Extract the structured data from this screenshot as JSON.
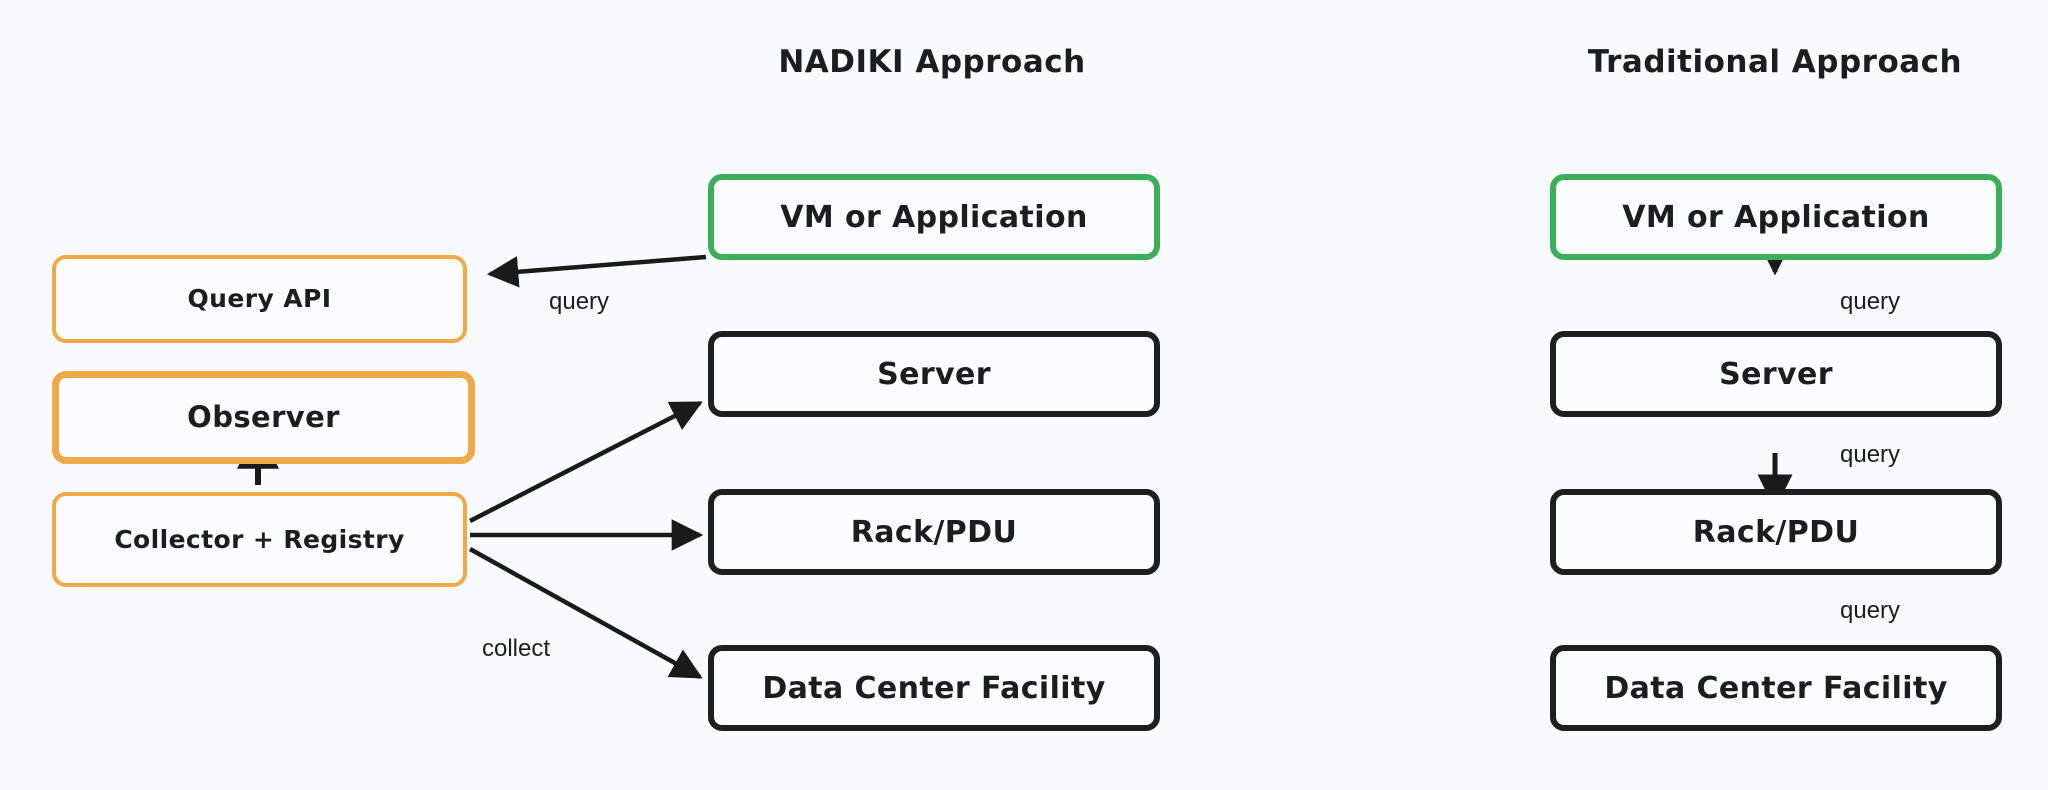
{
  "diagram": {
    "title_left": "NADIKI Approach",
    "title_right": "Traditional Approach",
    "background_color": "#f8fafc",
    "colors": {
      "green": "#3dae5a",
      "orange": "#f0a948",
      "dark": "#1f1f1f",
      "text": "#1d1d1f"
    }
  },
  "nadiki_components": [
    {
      "label": "Query API"
    },
    {
      "label": "Observer"
    },
    {
      "label": "Collector + Registry"
    }
  ],
  "nadiki_stack": [
    {
      "label": "VM or Application"
    },
    {
      "label": "Server"
    },
    {
      "label": "Rack/PDU"
    },
    {
      "label": "Data Center Facility"
    }
  ],
  "traditional_stack": [
    {
      "label": "VM or Application"
    },
    {
      "label": "Server"
    },
    {
      "label": "Rack/PDU"
    },
    {
      "label": "Data Center Facility"
    }
  ],
  "edge_labels": {
    "nadiki_query": "query",
    "nadiki_collect": "collect",
    "traditional_query_1": "query",
    "traditional_query_2": "query",
    "traditional_query_3": "query"
  }
}
